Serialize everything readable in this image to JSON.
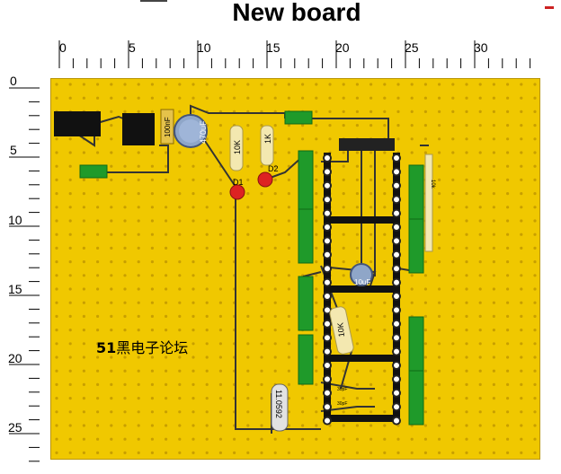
{
  "window": {
    "title": "New board"
  },
  "ruler": {
    "x_labels": [
      "0",
      "5",
      "10",
      "15",
      "20",
      "25",
      "30"
    ],
    "y_labels": [
      "0",
      "5",
      "10",
      "15",
      "20",
      "25"
    ]
  },
  "colors": {
    "board": "#f0c800",
    "strip": "#1f9a2a",
    "wire": "#333333",
    "pad": "#ffffff",
    "led": "#dd2222"
  },
  "components": {
    "capacitor_100n": "100nF",
    "capacitor_470u": "470uF",
    "resistor_r1": "10K",
    "resistor_r2": "1K",
    "diode_d1": "D1",
    "diode_d2": "D2",
    "resistor_r3": "10K",
    "capacitor_10u": "10uF",
    "crystal": "11.0592",
    "cap_30p_a": "30pF",
    "cap_30p_b": "30pF",
    "resistor_pack": "10k"
  },
  "watermark": {
    "prefix": "51",
    "text": "黑电子论坛"
  }
}
